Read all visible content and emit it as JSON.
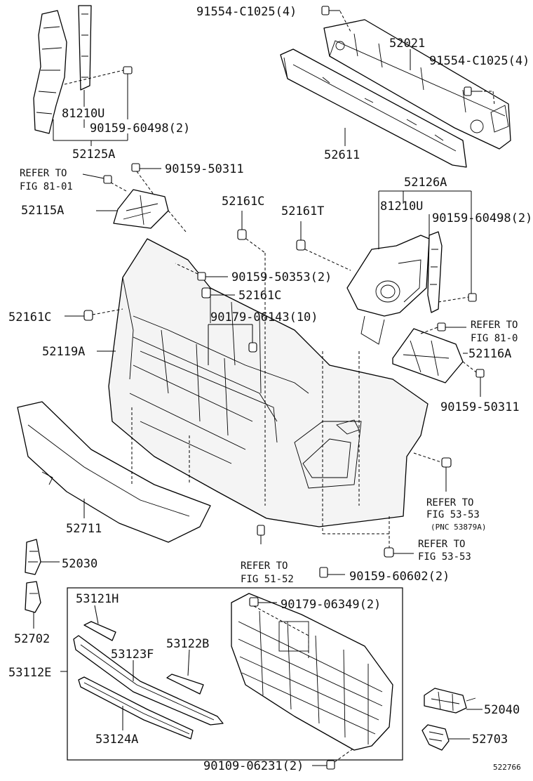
{
  "diagram_id": "522766",
  "labels": {
    "p91554_top": "91554-C1025(4)",
    "p52021": "52021",
    "p91554_right": "91554-C1025(4)",
    "p52611": "52611",
    "p81210u_left": "81210U",
    "p90159_60498_left": "90159-60498(2)",
    "p52125a": "52125A",
    "refer_fig81_left_1": "REFER TO",
    "refer_fig81_left_2": "FIG 81-01",
    "p90159_50311_top": "90159-50311",
    "p52115a": "52115A",
    "p52161c_top": "52161C",
    "p52161t": "52161T",
    "p52126a": "52126A",
    "p81210u_right": "81210U",
    "p90159_60498_right": "90159-60498(2)",
    "p90159_50353": "90159-50353(2)",
    "p52161c_mid": "52161C",
    "p52161c_left": "52161C",
    "p90179_06143": "90179-06143(10)",
    "refer_fig81_right_1": "REFER TO",
    "refer_fig81_right_2": "FIG 81-0",
    "p52119a": "52119A",
    "p52116a": "52116A",
    "p90159_50311_right": "90159-50311",
    "refer_fig5353_1a": "REFER TO",
    "refer_fig5353_1b": "FIG 53-53",
    "refer_fig5353_1c": "(PNC 53879A)",
    "p52711": "52711",
    "refer_fig5353_2a": "REFER TO",
    "refer_fig5353_2b": "FIG 53-53",
    "p52030": "52030",
    "refer_fig5152_a": "REFER TO",
    "refer_fig5152_b": "FIG 51-52",
    "p90159_60602": "90159-60602(2)",
    "p53121h": "53121H",
    "p90179_06349": "90179-06349(2)",
    "p52702": "52702",
    "p53123f": "53123F",
    "p53122b": "53122B",
    "p53112e": "53112E",
    "p52040": "52040",
    "p53124a": "53124A",
    "p52703": "52703",
    "p90109_06231": "90109-06231(2)"
  }
}
